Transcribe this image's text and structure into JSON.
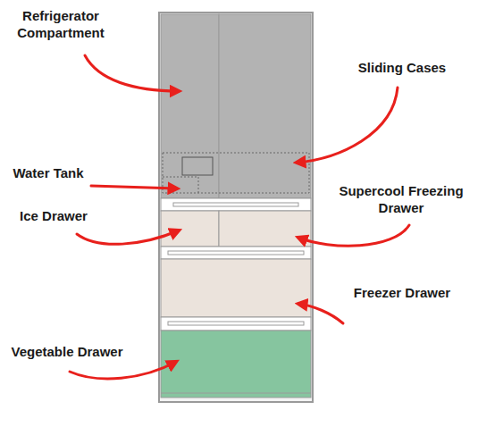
{
  "diagram": {
    "labels": [
      "Refrigerator Compartment",
      "Sliding Cases",
      "Water Tank",
      "Ice Drawer",
      "Supercool Freezing Drawer",
      "Freezer Drawer",
      "Vegetable Drawer"
    ]
  }
}
